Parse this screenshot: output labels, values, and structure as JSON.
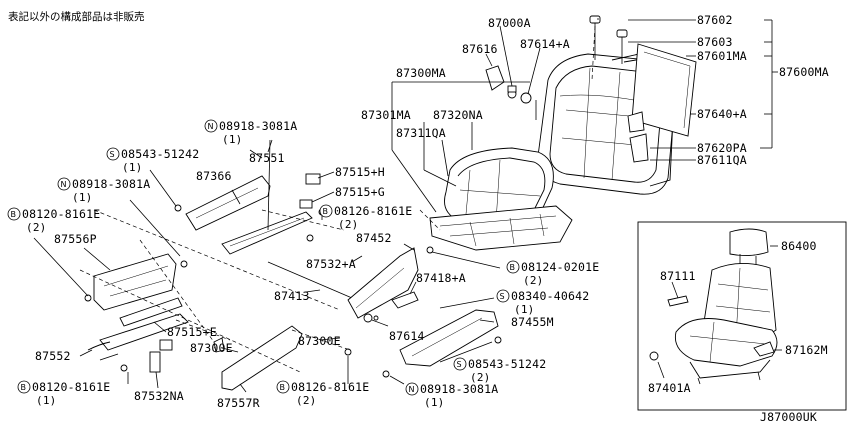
{
  "header_note": "表記以外の構成部品は非販売",
  "diagram_code": "J87000UK",
  "labels": {
    "p87000A": "87000A",
    "p87602": "87602",
    "p87603": "87603",
    "p87616": "87616",
    "p87614A": "87614+A",
    "p87601MA": "87601MA",
    "p87600MA": "87600MA",
    "p87300MA": "87300MA",
    "p87301MA": "87301MA",
    "p87320NA": "87320NA",
    "p87640A": "87640+A",
    "p87311QA": "87311QA",
    "p87620PA": "87620PA",
    "p87611QA": "87611QA",
    "n08918_top": "08918-3081A",
    "n08918_top_q": "(1)",
    "s08543_top": "08543-51242",
    "s08543_top_q": "(1)",
    "p87551": "87551",
    "p87515H": "87515+H",
    "p87366": "87366",
    "p87515G": "87515+G",
    "n08918_left": "08918-3081A",
    "n08918_left_q": "(1)",
    "b08120_top": "08120-8161E",
    "b08120_top_q": "(2)",
    "b08126_top": "08126-8161E",
    "b08126_top_q": "(2)",
    "p87556P": "87556P",
    "p87452": "87452",
    "p87532A": "87532+A",
    "b08124": "08124-0201E",
    "b08124_q": "(2)",
    "p87418A": "87418+A",
    "p87413": "87413",
    "s08340": "08340-40642",
    "s08340_q": "(1)",
    "p87515E": "87515+E",
    "p87455M": "87455M",
    "p87614": "87614",
    "p87300E_a": "87300E",
    "p87300E_b": "87300E",
    "p87552": "87552",
    "s08543_bot": "08543-51242",
    "s08543_bot_q": "(2)",
    "b08120_bot": "08120-8161E",
    "b08120_bot_q": "(1)",
    "p87532NA": "87532NA",
    "b08126_bot": "08126-8161E",
    "b08126_bot_q": "(2)",
    "n08918_bot": "08918-3081A",
    "n08918_bot_q": "(1)",
    "p87557R": "87557R",
    "p86400": "86400",
    "p87111": "87111",
    "p87162M": "87162M",
    "p87401A": "87401A"
  },
  "markers": {
    "N": "N",
    "S": "S",
    "B": "B"
  }
}
